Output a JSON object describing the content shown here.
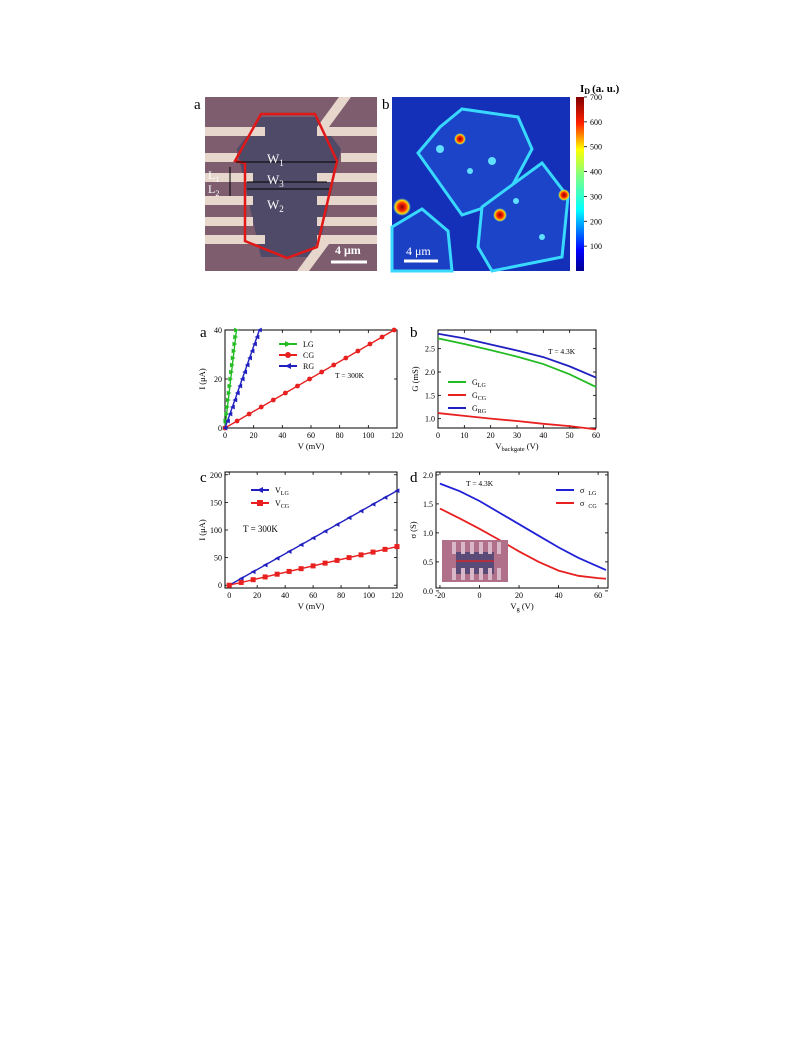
{
  "figure_top": {
    "panel_a": {
      "letter": "a",
      "labels": {
        "W1": "W",
        "W1_sub": "1",
        "W3": "W",
        "W3_sub": "3",
        "W2": "W",
        "W2_sub": "2",
        "L1": "L",
        "L1_sub": "1",
        "L2": "L",
        "L2_sub": "2"
      },
      "scalebar": "4 μm",
      "colors": {
        "substrate": "#7a5a6a",
        "flake": "#4a4866",
        "outline": "#e01818",
        "electrode": "#e8d8cc"
      }
    },
    "panel_b": {
      "letter": "b",
      "scalebar": "4 μm",
      "colorbar": {
        "title": "I",
        "title_sub": "D",
        "title_unit": "(a. u.)",
        "ticks": [
          "700",
          "600",
          "500",
          "400",
          "300",
          "200",
          "100"
        ],
        "range": [
          0,
          700
        ]
      }
    }
  },
  "chart_data": [
    {
      "panel": "a",
      "type": "line",
      "xlabel": "V (mV)",
      "ylabel": "I (μA)",
      "xlim": [
        0,
        120
      ],
      "ylim": [
        0,
        40
      ],
      "xticks": [
        "0",
        "20",
        "40",
        "60",
        "80",
        "100",
        "120"
      ],
      "yticks": [
        "0",
        "20",
        "40"
      ],
      "annotation": "T = 300K",
      "legend_position": "top-center",
      "series": [
        {
          "name": "LG",
          "color": "#22bb22",
          "marker": "triangle-right",
          "x": [
            0,
            8
          ],
          "y": [
            0,
            40
          ]
        },
        {
          "name": "CG",
          "color": "#e82020",
          "marker": "circle",
          "x": [
            0,
            118
          ],
          "y": [
            0,
            40
          ]
        },
        {
          "name": "RG",
          "color": "#2020c0",
          "marker": "triangle-left",
          "x": [
            0,
            24
          ],
          "y": [
            0,
            40
          ]
        }
      ]
    },
    {
      "panel": "b",
      "type": "line",
      "xlabel": "V",
      "xlabel_sub": "backgate",
      "xlabel_unit": " (V)",
      "ylabel": "G (mS)",
      "xlim": [
        0,
        60
      ],
      "ylim": [
        0.8,
        2.9
      ],
      "xticks": [
        "0",
        "10",
        "20",
        "30",
        "40",
        "50",
        "60"
      ],
      "yticks": [
        "1.0",
        "1.5",
        "2.0",
        "2.5"
      ],
      "annotation": "T = 4.3K",
      "legend_position": "center-left",
      "series": [
        {
          "name": "G",
          "name_sub": "LG",
          "color": "#22bb22",
          "x": [
            0,
            10,
            20,
            30,
            40,
            50,
            60
          ],
          "y": [
            2.72,
            2.6,
            2.47,
            2.33,
            2.17,
            1.95,
            1.68
          ]
        },
        {
          "name": "G",
          "name_sub": "CG",
          "color": "#e82020",
          "x": [
            0,
            10,
            20,
            30,
            40,
            50,
            60
          ],
          "y": [
            1.12,
            1.06,
            1.0,
            0.95,
            0.89,
            0.84,
            0.77
          ]
        },
        {
          "name": "G",
          "name_sub": "RG",
          "color": "#2020c0",
          "x": [
            0,
            10,
            20,
            30,
            40,
            50,
            60
          ],
          "y": [
            2.82,
            2.72,
            2.59,
            2.46,
            2.32,
            2.12,
            1.88
          ]
        }
      ]
    },
    {
      "panel": "c",
      "type": "line",
      "xlabel": "V (mV)",
      "ylabel": "I (μA)",
      "xlim": [
        -3,
        120
      ],
      "ylim": [
        -5,
        205
      ],
      "xticks": [
        "0",
        "20",
        "40",
        "60",
        "80",
        "100",
        "120"
      ],
      "yticks": [
        "0",
        "50",
        "100",
        "150",
        "200"
      ],
      "annotation": "T = 300K",
      "legend_position": "top-left",
      "series": [
        {
          "name": "V",
          "name_sub": "LG",
          "color": "#2020c0",
          "marker": "triangle-left",
          "x": [
            0,
            120
          ],
          "y": [
            0,
            171
          ]
        },
        {
          "name": "V",
          "name_sub": "CG",
          "color": "#e82020",
          "marker": "square",
          "x": [
            0,
            120
          ],
          "y": [
            0,
            70
          ]
        }
      ]
    },
    {
      "panel": "d",
      "type": "line",
      "xlabel": "V",
      "xlabel_sub": "g",
      "xlabel_unit": " (V)",
      "ylabel": "σ (S)",
      "xlim": [
        -22,
        65
      ],
      "ylim": [
        0.05,
        2.05
      ],
      "xticks": [
        "-20",
        "0",
        "20",
        "40",
        "60"
      ],
      "yticks": [
        "0.0",
        "0.5",
        "1.0",
        "1.5",
        "2.0"
      ],
      "annotation": "T = 4.3K",
      "legend_position": "top-right",
      "series": [
        {
          "name": "σ",
          "name_sub": "LG",
          "color": "#2020d8",
          "x": [
            -20,
            -10,
            0,
            10,
            20,
            30,
            40,
            50,
            60,
            64
          ],
          "y": [
            1.85,
            1.72,
            1.55,
            1.35,
            1.15,
            0.95,
            0.75,
            0.57,
            0.42,
            0.36
          ]
        },
        {
          "name": "σ",
          "name_sub": "CG",
          "color": "#e82020",
          "x": [
            -20,
            -10,
            0,
            10,
            20,
            30,
            40,
            50,
            60,
            64
          ],
          "y": [
            1.42,
            1.25,
            1.07,
            0.88,
            0.68,
            0.5,
            0.35,
            0.26,
            0.22,
            0.21
          ]
        }
      ]
    }
  ]
}
